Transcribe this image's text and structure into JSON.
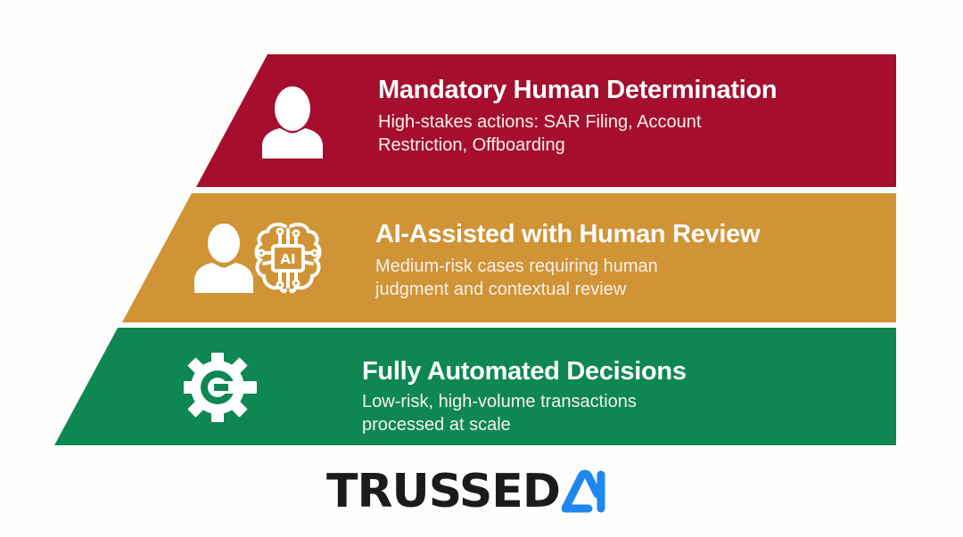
{
  "diagram": {
    "type": "pyramid",
    "tiers": [
      {
        "level": 1,
        "title": "Mandatory Human Determination",
        "description_line1": "High-stakes actions: SAR Filing, Account",
        "description_line2": "Restriction, Offboarding",
        "icon": "person-icon",
        "color": "#A50F2D"
      },
      {
        "level": 2,
        "title": "AI-Assisted with Human Review",
        "description_line1": "Medium-risk cases requiring human",
        "description_line2": "judgment and contextual review",
        "icon": "person-and-ai-brain-icon",
        "ai_chip_label": "AI",
        "color": "#D09335"
      },
      {
        "level": 3,
        "title": "Fully Automated Decisions",
        "description_line1": "Low-risk, high-volume transactions processed at scale",
        "icon": "gear-wrench-icon",
        "color": "#0E8752"
      }
    ]
  },
  "logo": {
    "text": "TRUSSED",
    "mark": "AI",
    "mark_color": "#1E88F0",
    "text_color": "#1B1B1B"
  }
}
